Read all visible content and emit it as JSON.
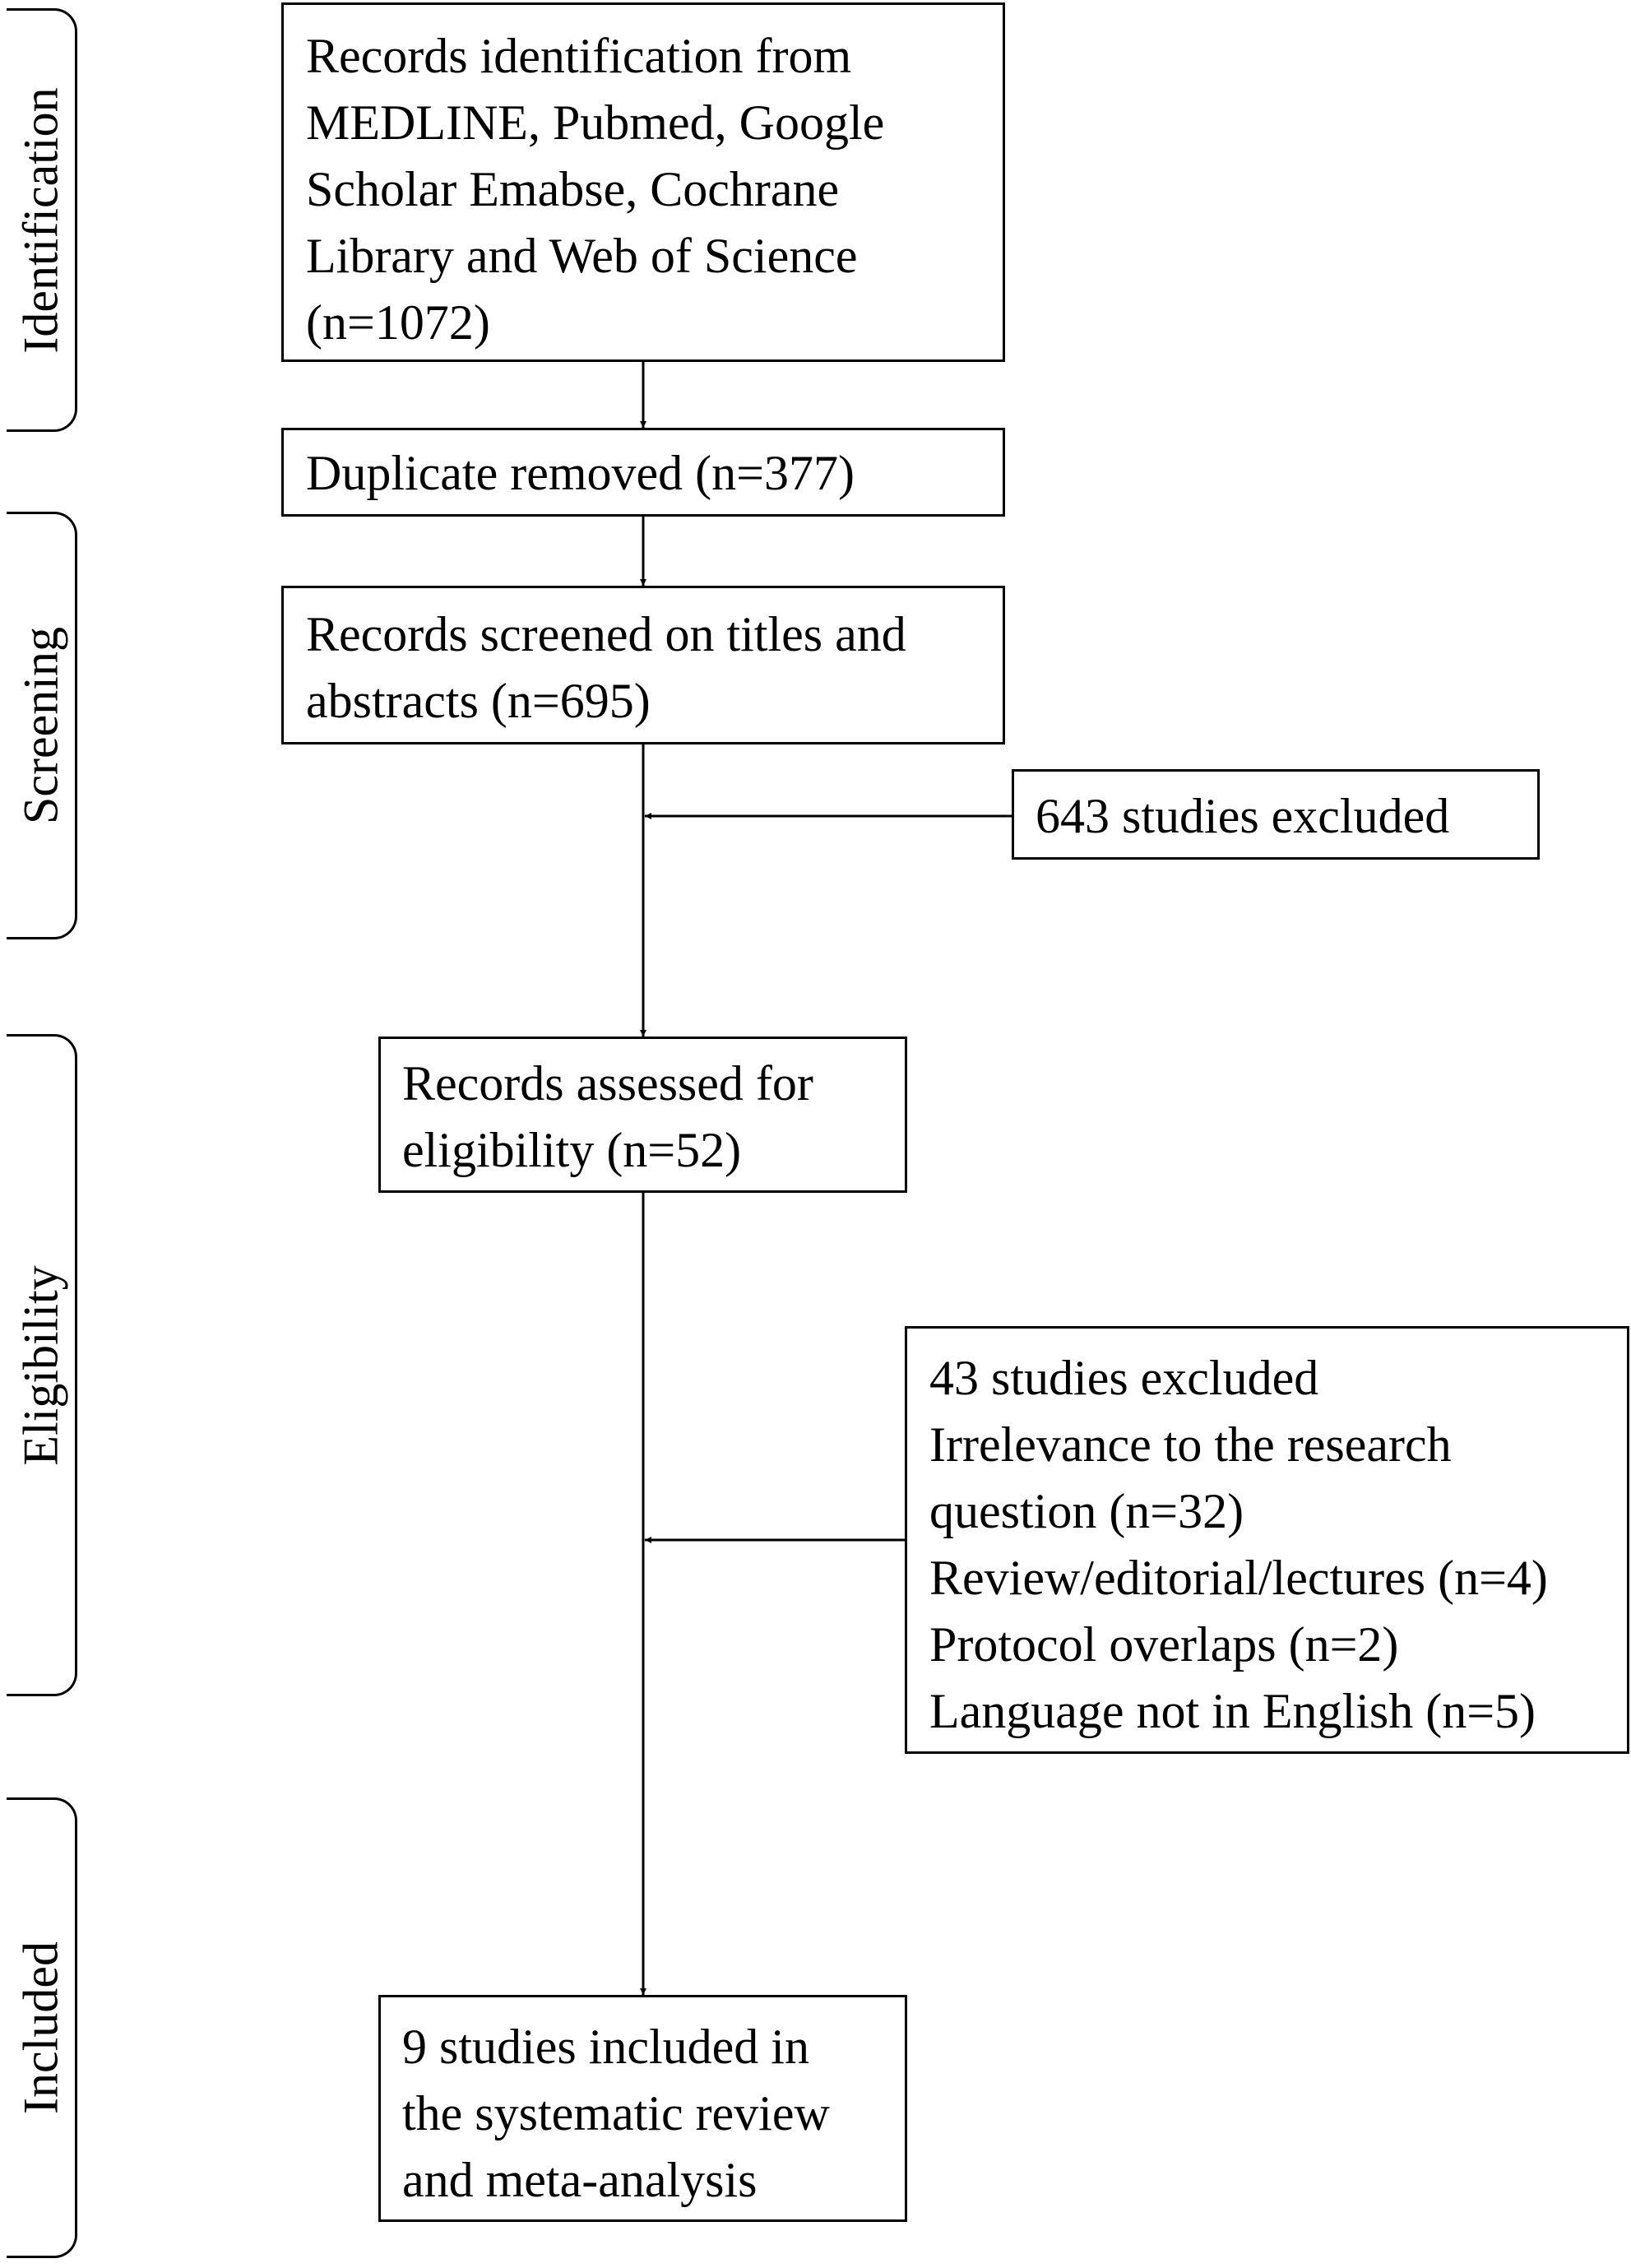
{
  "stages": [
    {
      "id": "identification",
      "label": "Identification"
    },
    {
      "id": "screening",
      "label": "Screening"
    },
    {
      "id": "eligibility",
      "label": "Eligibility"
    },
    {
      "id": "included",
      "label": "Included"
    }
  ],
  "boxes": {
    "identification": {
      "lines": [
        "Records identification from",
        "MEDLINE, Pubmed, Google",
        "Scholar Emabse, Cochrane",
        "Library and Web of Science",
        "(n=1072)"
      ]
    },
    "duplicates": {
      "lines": [
        "Duplicate removed (n=377)"
      ]
    },
    "screened": {
      "lines": [
        "Records screened on titles and",
        "abstracts (n=695)"
      ]
    },
    "excluded_screening": {
      "lines": [
        "643 studies excluded"
      ]
    },
    "eligibility": {
      "lines": [
        "Records assessed for",
        "eligibility (n=52)"
      ]
    },
    "excluded_eligibility": {
      "lines": [
        "43 studies excluded",
        "Irrelevance to the research",
        "question (n=32)",
        "Review/editorial/lectures (n=4)",
        "Protocol overlaps (n=2)",
        "Language not in English (n=5)"
      ]
    },
    "included": {
      "lines": [
        "9 studies included in",
        "the systematic review",
        "and meta-analysis"
      ]
    }
  }
}
